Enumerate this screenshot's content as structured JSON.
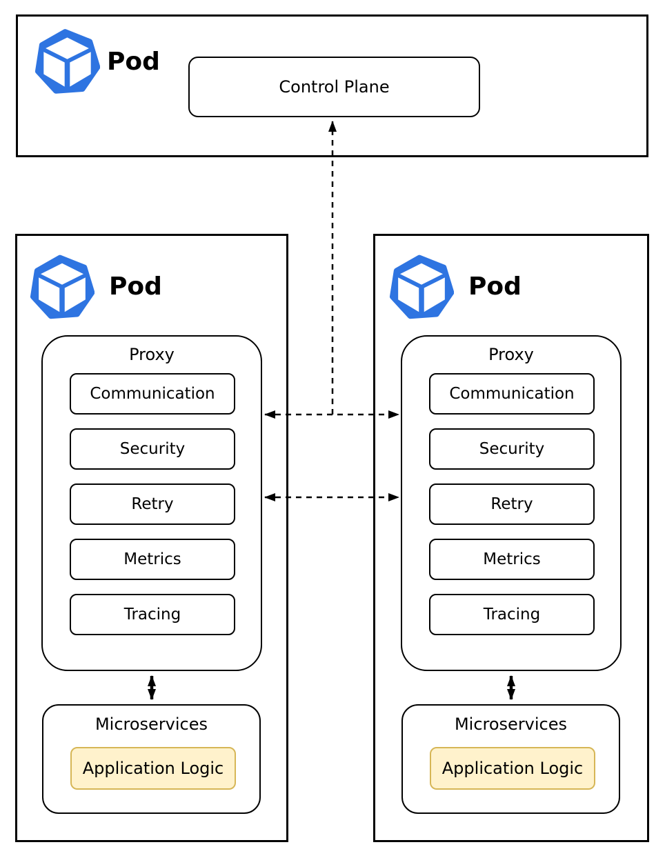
{
  "colors": {
    "pod_icon_blue": "#2E74E1",
    "box_border": "#000000",
    "app_logic_fill": "#FFF2CC",
    "app_logic_border": "#D6B656",
    "background": "#FFFFFF"
  },
  "icons": {
    "pod": "cube-in-heptagon-pod-icon"
  },
  "top_pod": {
    "label": "Pod",
    "control_plane_label": "Control Plane"
  },
  "left_pod": {
    "label": "Pod",
    "proxy": {
      "title": "Proxy",
      "features": [
        "Communication",
        "Security",
        "Retry",
        "Metrics",
        "Tracing"
      ]
    },
    "microservices": {
      "title": "Microservices",
      "app_logic": "Application Logic"
    }
  },
  "right_pod": {
    "label": "Pod",
    "proxy": {
      "title": "Proxy",
      "features": [
        "Communication",
        "Security",
        "Retry",
        "Metrics",
        "Tracing"
      ]
    },
    "microservices": {
      "title": "Microservices",
      "app_logic": "Application Logic"
    }
  },
  "connections": [
    {
      "from": "proxy-mesh",
      "to": "control-plane",
      "style": "dashed",
      "arrowheads": "single"
    },
    {
      "from": "left-proxy",
      "to": "right-proxy",
      "style": "dashed",
      "arrowheads": "double"
    },
    {
      "from": "left-proxy",
      "to": "right-proxy",
      "style": "dashed",
      "arrowheads": "double"
    },
    {
      "from": "left-proxy",
      "to": "left-microservices",
      "style": "solid",
      "arrowheads": "double"
    },
    {
      "from": "right-proxy",
      "to": "right-microservices",
      "style": "solid",
      "arrowheads": "double"
    }
  ]
}
